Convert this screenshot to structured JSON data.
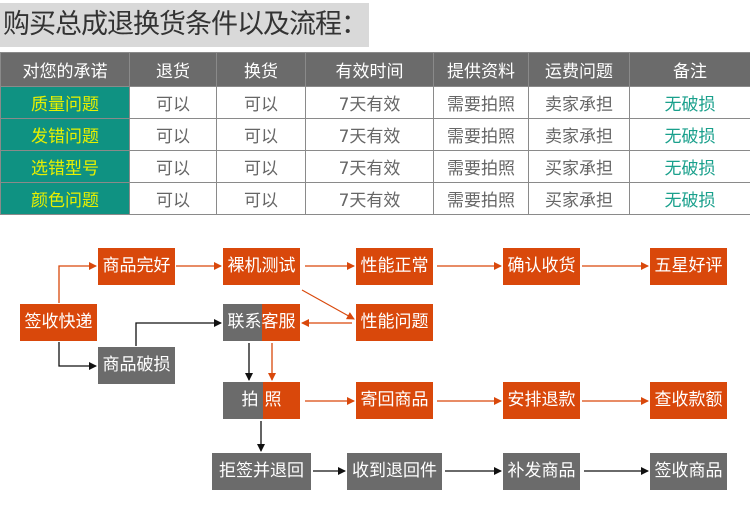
{
  "title": "购买总成退换货条件以及流程：",
  "table": {
    "headers": [
      "对您的承诺",
      "退货",
      "换货",
      "有效时间",
      "提供资料",
      "运费问题",
      "备注"
    ],
    "rows": [
      [
        "质量问题",
        "可以",
        "可以",
        "7天有效",
        "需要拍照",
        "卖家承担",
        "无破损"
      ],
      [
        "发错问题",
        "可以",
        "可以",
        "7天有效",
        "需要拍照",
        "卖家承担",
        "无破损"
      ],
      [
        "选错型号",
        "可以",
        "可以",
        "7天有效",
        "需要拍照",
        "买家承担",
        "无破损"
      ],
      [
        "颜色问题",
        "可以",
        "可以",
        "7天有效",
        "需要拍照",
        "买家承担",
        "无破损"
      ]
    ]
  },
  "flow": {
    "sign_express": "签收快递",
    "goods_ok": "商品完好",
    "bare_test": "裸机测试",
    "perf_normal": "性能正常",
    "confirm_receipt": "确认收货",
    "five_star": "五星好评",
    "perf_issue": "性能问题",
    "goods_damaged": "商品破损",
    "contact_left": "联系",
    "contact_right": "客服",
    "photo_left": "拍",
    "photo_right": "照",
    "send_back": "寄回商品",
    "arrange_refund": "安排退款",
    "check_refund": "查收款额",
    "reject_return": "拒签并退回",
    "receive_return": "收到退回件",
    "reissue": "补发商品",
    "sign_goods": "签收商品"
  },
  "colors": {
    "orange": "#d9480b",
    "gray": "#6b6b6b",
    "teal": "#0f9282",
    "yellow_text": "#e8f000",
    "note_green": "#1aa08c"
  }
}
